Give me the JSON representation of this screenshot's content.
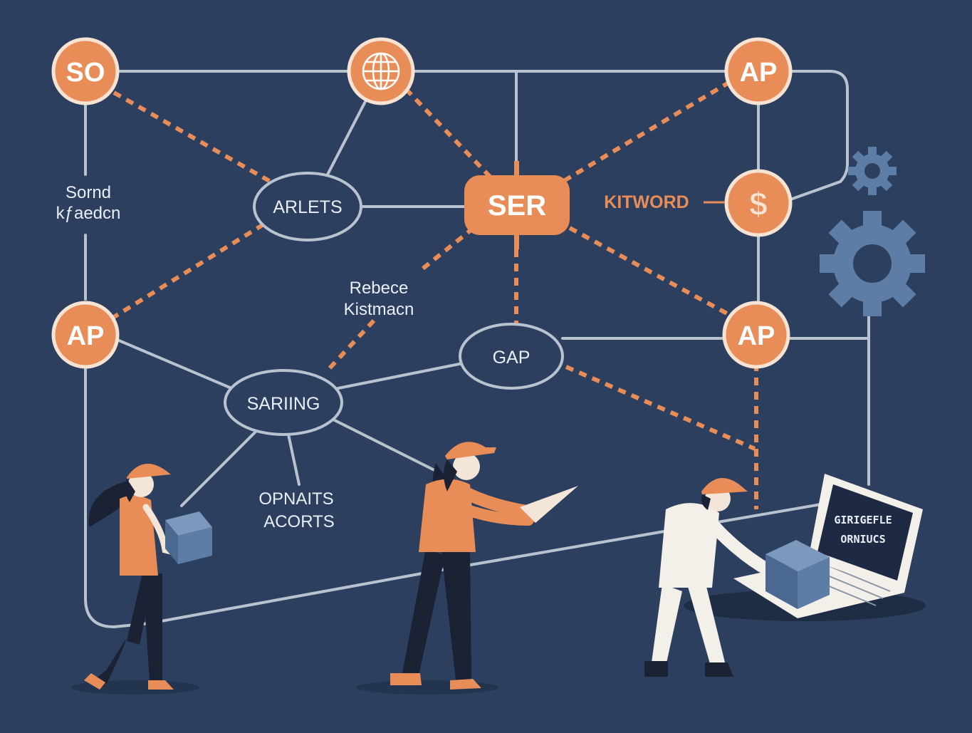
{
  "nodes": {
    "so": "SO",
    "ap_top": "AP",
    "ap_left": "AP",
    "ap_right": "AP",
    "ser": "SER"
  },
  "ellipses": {
    "arlets": "ARLETS",
    "gap": "GAP",
    "sariing": "SARIING"
  },
  "labels": {
    "sornd_line1": "Sornd",
    "sornd_line2": "kƒaedcn",
    "rebece_line1": "Rebece",
    "rebece_line2": "Kistmacn",
    "kitword": "KITWORD",
    "opnaits_line1": "OPNAITS",
    "opnaits_line2": "ACORTS"
  },
  "laptop_screen": {
    "line1": "GIRIGEFLE",
    "line2": "ORNIUCS"
  },
  "icons": [
    "globe-icon",
    "dollar-icon",
    "gear-icon",
    "box-icon",
    "laptop-icon"
  ],
  "colors": {
    "background": "#2c3f5e",
    "accent_orange": "#e88d57",
    "line": "#b9c3d0",
    "box_blue": "#5e7da6"
  }
}
